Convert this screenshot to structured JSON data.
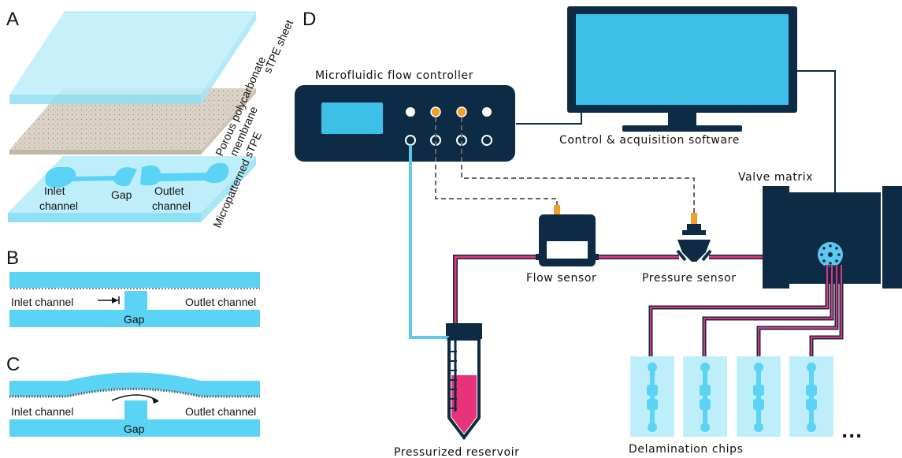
{
  "colors": {
    "cyan": "#5bd3f5",
    "cyan_light": "#bfeefb",
    "navy": "#0d2b45",
    "pink": "#e8337a",
    "orange": "#f0a12a",
    "gray_dash": "#666666"
  },
  "panels": {
    "A": {
      "letter": "A",
      "sheet_label": "sTPE sheet",
      "membrane_label_1": "Porous polycarbonate",
      "membrane_label_2": "membrane",
      "patterned_label": "Micropatterned sTPE",
      "inlet_1": "Inlet",
      "inlet_2": "channel",
      "gap": "Gap",
      "outlet_1": "Outlet",
      "outlet_2": "channel"
    },
    "B": {
      "letter": "B",
      "inlet": "Inlet channel",
      "outlet": "Outlet channel",
      "gap": "Gap"
    },
    "C": {
      "letter": "C",
      "inlet": "Inlet channel",
      "outlet": "Outlet channel",
      "gap": "Gap"
    },
    "D": {
      "letter": "D",
      "controller": "Microfluidic flow controller",
      "software": "Control & acquisition software",
      "valve_matrix": "Valve matrix",
      "flow_sensor": "Flow sensor",
      "pressure_sensor": "Pressure sensor",
      "reservoir": "Pressurized reservoir",
      "chips": "Delamination chips",
      "ellipsis": "..."
    }
  }
}
